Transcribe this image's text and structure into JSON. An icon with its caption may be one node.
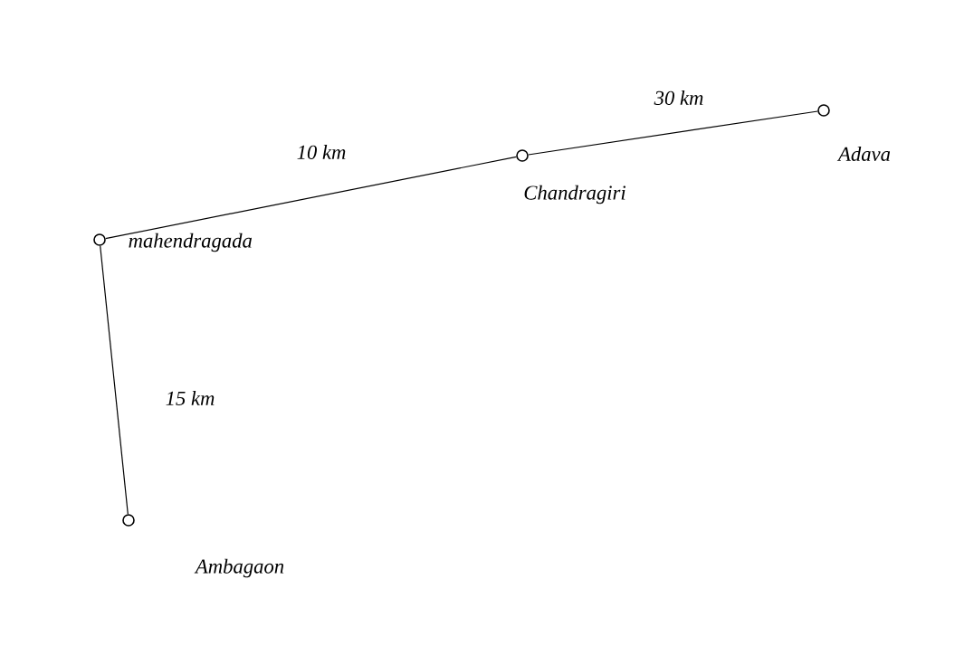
{
  "diagram": {
    "nodes": [
      {
        "text": [],
        "shape": "circle",
        "beside": [
          "mahendragada"
        ]
      },
      {
        "text": [],
        "shape": "circle",
        "beside": [
          "Chandragiri"
        ]
      },
      {
        "text": [],
        "shape": "circle",
        "beside": [
          "Adava"
        ]
      },
      {
        "text": [],
        "shape": "circle",
        "beside": [
          "Ambagaon"
        ]
      }
    ],
    "edges": [
      {
        "from": 0,
        "to": 1,
        "arrow": "none",
        "label": "10 km"
      },
      {
        "from": 1,
        "to": 2,
        "arrow": "none",
        "label": "30 km"
      },
      {
        "from": 0,
        "to": 3,
        "arrow": "none",
        "label": "15 km"
      }
    ]
  }
}
